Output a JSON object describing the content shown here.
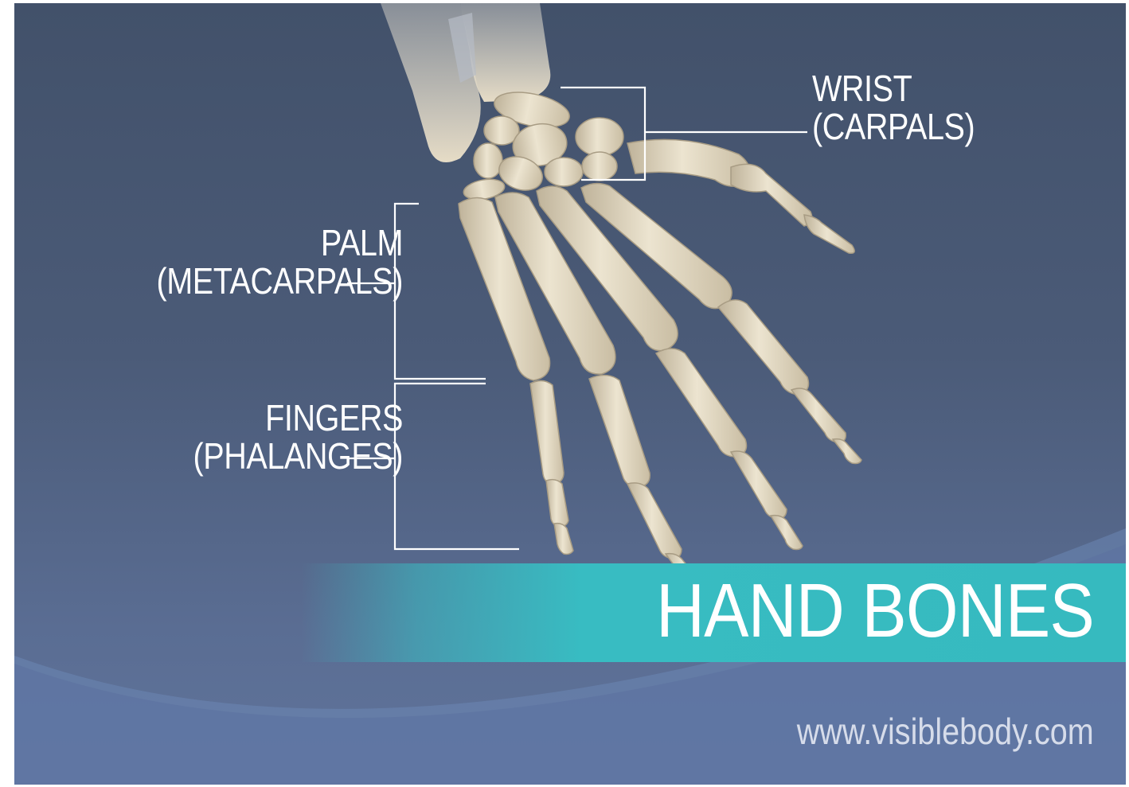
{
  "labels": {
    "wrist": {
      "line1": "WRIST",
      "line2": "(CARPALS)"
    },
    "palm": {
      "line1": "PALM",
      "line2": "(METACARPALS)"
    },
    "fingers": {
      "line1": "FINGERS",
      "line2": "(PHALANGES)"
    }
  },
  "title": "HAND BONES",
  "website": "www.visiblebody.com",
  "colors": {
    "background_top": "#42516a",
    "background_bottom": "#60749b",
    "accent_teal": "#38bcc2",
    "bone": "#e2d8c2",
    "bone_shadow": "#bfb39a",
    "leader_line": "#ffffff"
  }
}
